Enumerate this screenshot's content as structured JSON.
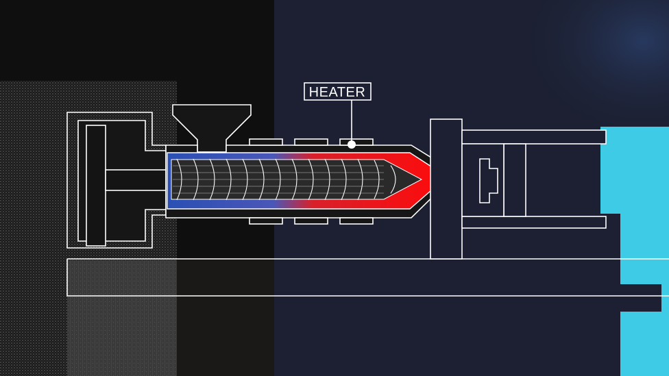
{
  "diagram": {
    "callout": {
      "label": "HEATER"
    },
    "colors": {
      "background_left": "#0f0f10",
      "background_right": "#1c2032",
      "outline": "#ffffff",
      "melt_hot": "#ff0a0a",
      "melt_cold": "#2a4fb3",
      "mold_platen": "#3ecbe6"
    },
    "components": [
      "hopper",
      "barrel",
      "screw",
      "heater-bands",
      "nozzle",
      "hydraulic-cylinder",
      "mold",
      "machine-base"
    ]
  }
}
